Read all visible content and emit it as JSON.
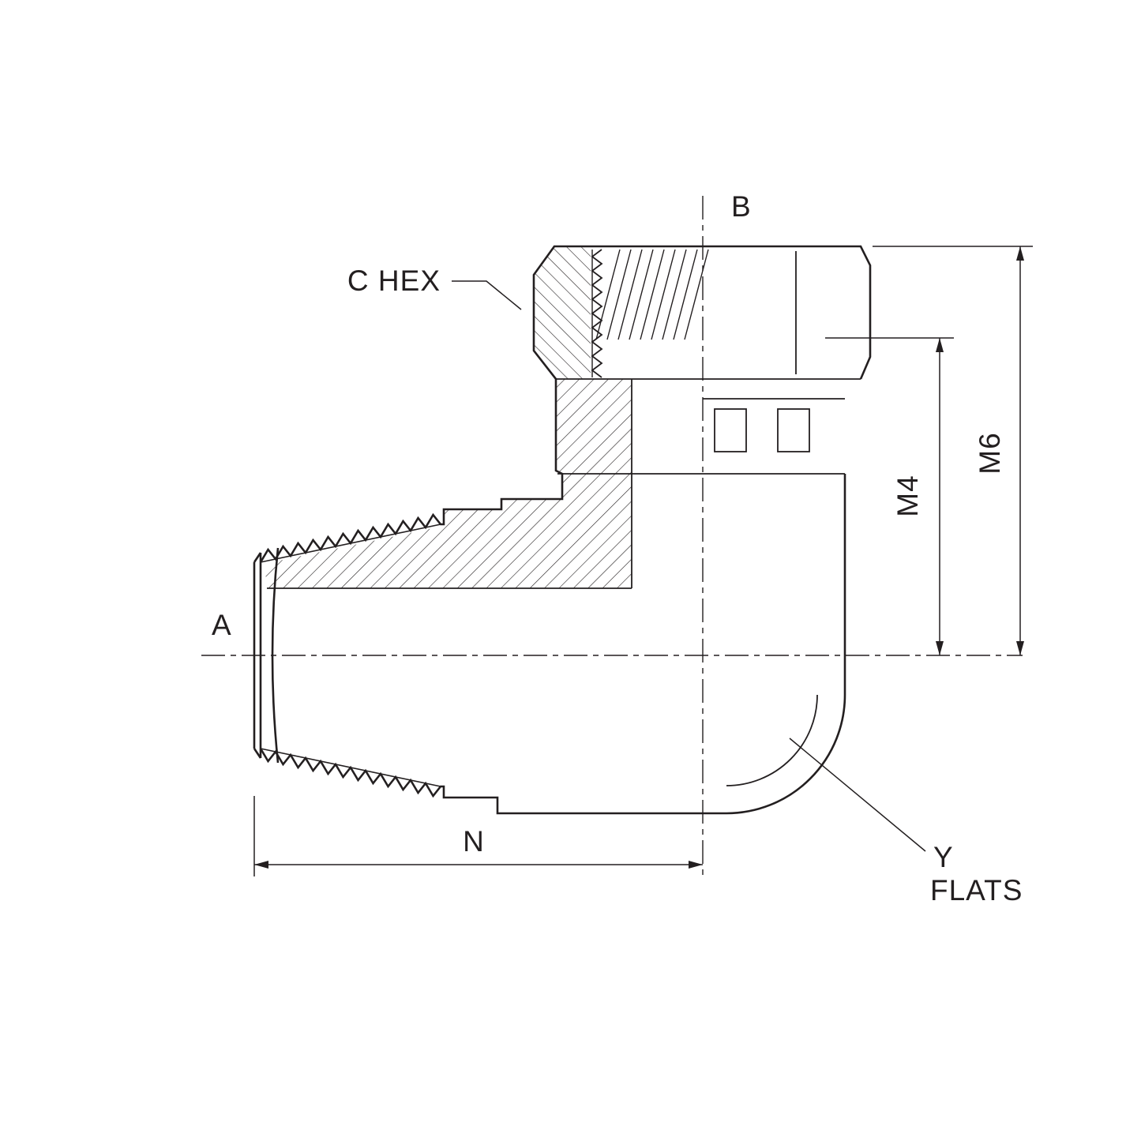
{
  "colors": {
    "line": "#231f20",
    "background": "#ffffff"
  },
  "labels": {
    "port_a": "A",
    "port_b": "B",
    "c_hex": "C HEX",
    "m4": "M4",
    "m6": "M6",
    "length_n": "N",
    "y": "Y",
    "flats": "FLATS"
  }
}
